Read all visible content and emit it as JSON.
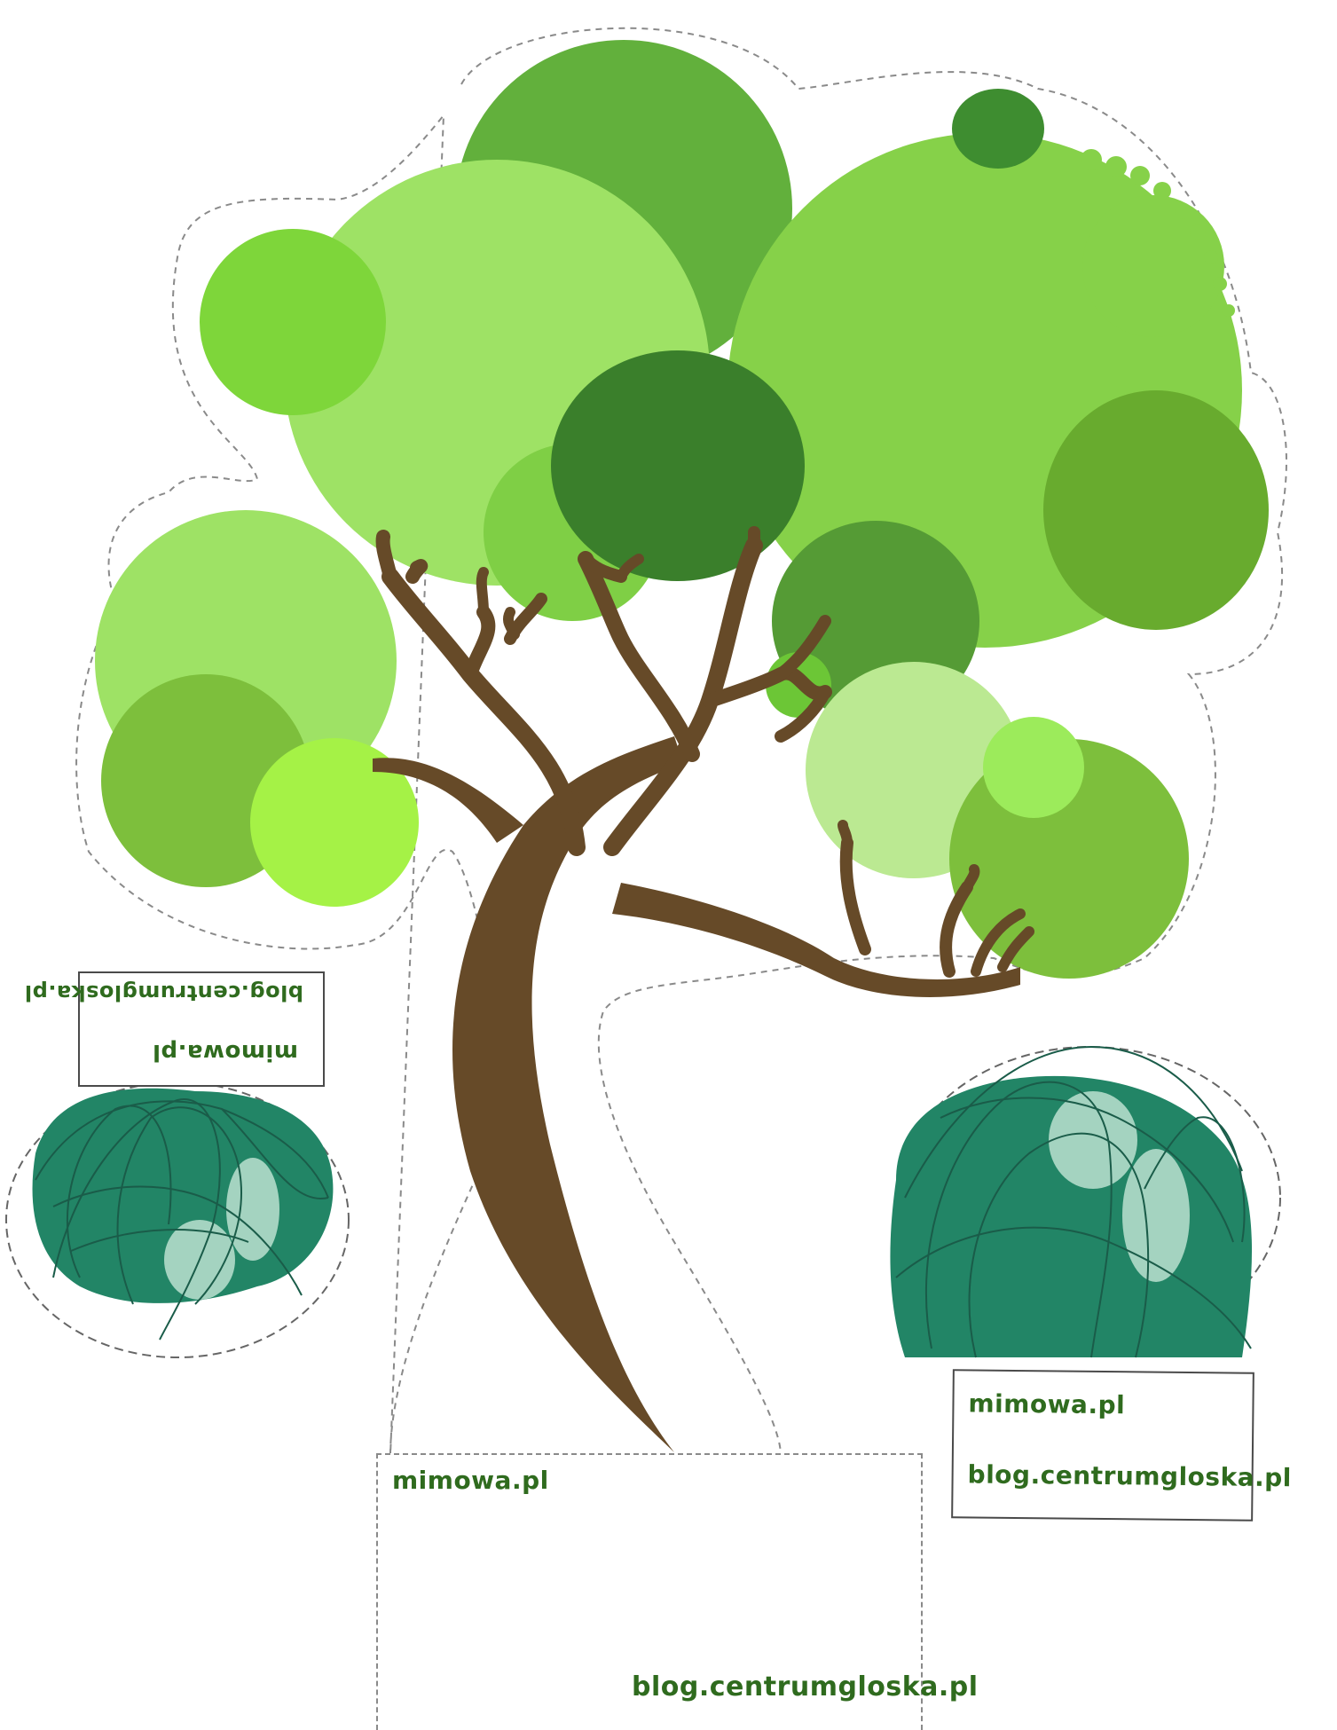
{
  "colors": {
    "trunk": "#664a28",
    "leaf_dark": "#3c8330",
    "leaf_mid": "#62b03c",
    "leaf_light": "#9ee265",
    "leaf_bright": "#a5f246",
    "bush": "#228566",
    "bush_highlight": "#a4d3c0",
    "text": "#2f6b1e",
    "cut_line": "#8a8a8a"
  },
  "labels": {
    "left": {
      "site": "mimowa.pl",
      "blog": "blog.centrumgloska.pl"
    },
    "right": {
      "site": "mimowa.pl",
      "blog": "blog.centrumgloska.pl"
    },
    "bottom": {
      "site": "mimowa.pl",
      "blog": "blog.centrumgloska.pl"
    }
  },
  "icons": [
    "tree-icon",
    "bush-icon"
  ]
}
